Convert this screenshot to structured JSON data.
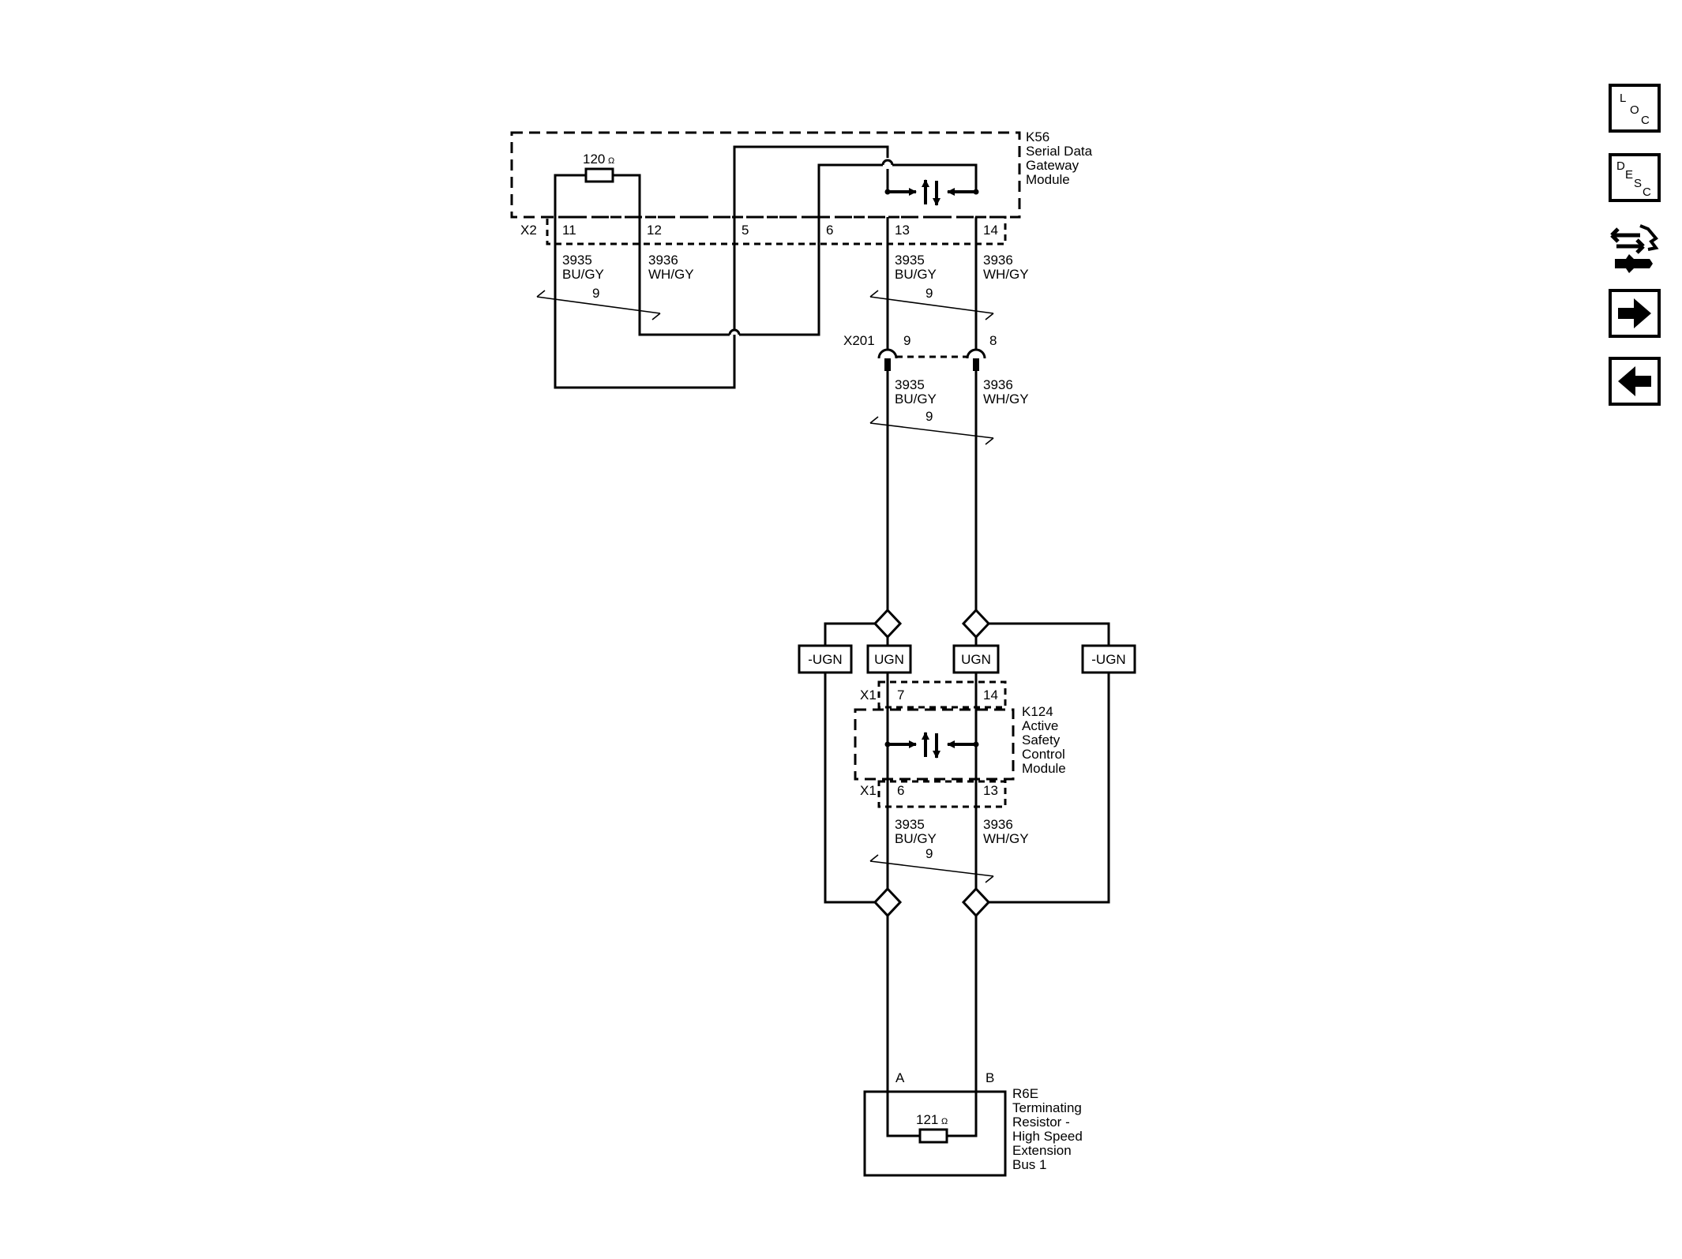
{
  "modules": {
    "k56": {
      "lines": [
        "K56",
        "Serial Data",
        "Gateway",
        "Module"
      ]
    },
    "k124": {
      "lines": [
        "K124",
        "Active",
        "Safety",
        "Control",
        "Module"
      ]
    },
    "r6e": {
      "lines": [
        "R6E",
        "Terminating",
        "Resistor -",
        "High Speed",
        "Extension",
        "Bus 1"
      ]
    }
  },
  "resistors": {
    "top": {
      "value": "120",
      "unit": "Ω"
    },
    "bottom": {
      "value": "121",
      "unit": "Ω"
    }
  },
  "connectors": {
    "x2": {
      "name": "X2",
      "pins": [
        "11",
        "12",
        "5",
        "6",
        "13",
        "14"
      ]
    },
    "x201": {
      "name": "X201",
      "pins": [
        "9",
        "8"
      ]
    },
    "k124_top": {
      "name": "X1",
      "pins": [
        "7",
        "14"
      ]
    },
    "k124_bottom": {
      "name": "X1",
      "pins": [
        "6",
        "13"
      ]
    },
    "r6e": {
      "pins": [
        "A",
        "B"
      ]
    }
  },
  "wires": {
    "bu": {
      "circuit": "3935",
      "color": "BU/GY"
    },
    "wh": {
      "circuit": "3936",
      "color": "WH/GY"
    },
    "twist": "9"
  },
  "ugn_boxes": {
    "left": "-UGN",
    "inner_left": "UGN",
    "inner_right": "UGN",
    "right": "-UGN"
  },
  "side_buttons": {
    "loc": [
      "L",
      "O",
      "C"
    ],
    "desc": [
      "D",
      "E",
      "S",
      "C"
    ],
    "icons": [
      "connector-wrench-icon",
      "arrow-right-icon",
      "arrow-left-icon"
    ]
  }
}
